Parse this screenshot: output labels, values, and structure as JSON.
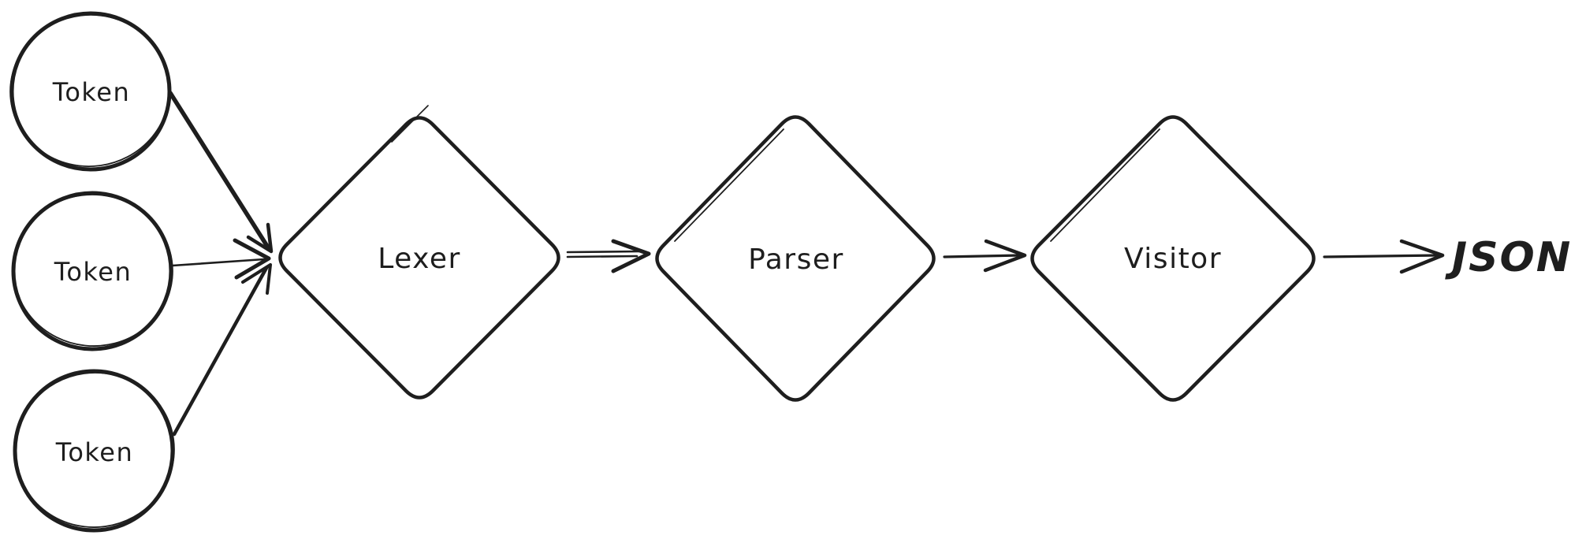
{
  "diagram": {
    "background_color": "#ffffff",
    "stroke_color": "#1e1e1e",
    "style": "hand-drawn",
    "nodes": {
      "token1": {
        "shape": "circle",
        "label": "Token"
      },
      "token2": {
        "shape": "circle",
        "label": "Token"
      },
      "token3": {
        "shape": "circle",
        "label": "Token"
      },
      "lexer": {
        "shape": "diamond",
        "label": "Lexer"
      },
      "parser": {
        "shape": "diamond",
        "label": "Parser"
      },
      "visitor": {
        "shape": "diamond",
        "label": "Visitor"
      },
      "output": {
        "shape": "text",
        "label": "JSON"
      }
    },
    "edges": [
      {
        "from": "token1",
        "to": "lexer",
        "type": "arrow"
      },
      {
        "from": "token2",
        "to": "lexer",
        "type": "arrow"
      },
      {
        "from": "token3",
        "to": "lexer",
        "type": "arrow"
      },
      {
        "from": "lexer",
        "to": "parser",
        "type": "arrow"
      },
      {
        "from": "parser",
        "to": "visitor",
        "type": "arrow"
      },
      {
        "from": "visitor",
        "to": "output",
        "type": "arrow"
      }
    ]
  }
}
